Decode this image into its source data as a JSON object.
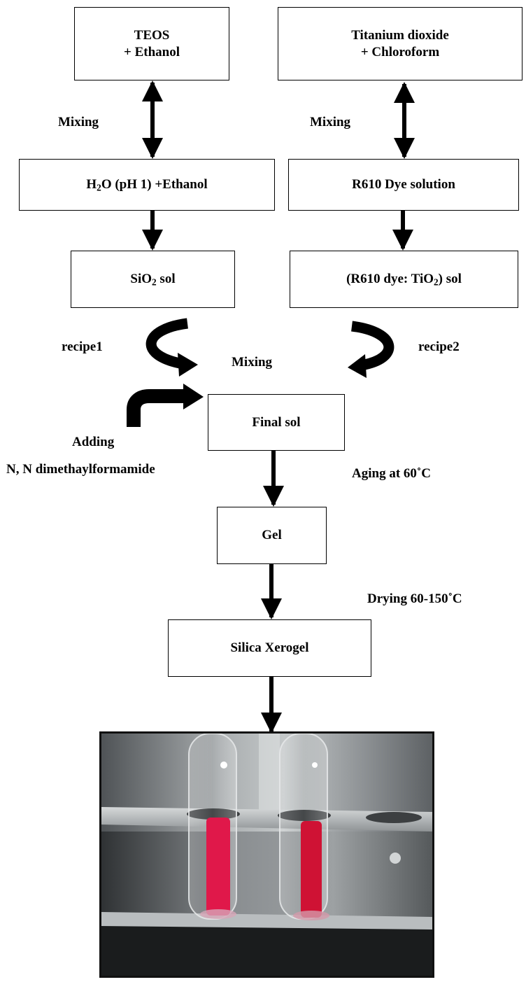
{
  "boxes": {
    "teos_line1": "TEOS",
    "teos_line2": "+ Ethanol",
    "tio2_line1": "Titanium dioxide",
    "tio2_line2": "+ Chloroform",
    "water_pre": "H",
    "water_sub": "2",
    "water_post": "O (pH 1) +Ethanol",
    "dye_solution": "R610 Dye solution",
    "sio2_pre": "SiO",
    "sio2_sub": "2",
    "sio2_post": " sol",
    "dye_sol_pre": "(R610 dye: TiO",
    "dye_sol_sub": "2",
    "dye_sol_post": ") sol",
    "final_sol": "Final sol",
    "gel": "Gel",
    "xerogel": "Silica Xerogel"
  },
  "labels": {
    "mixing_left": "Mixing",
    "mixing_right": "Mixing",
    "recipe1": "recipe1",
    "recipe2": "recipe2",
    "mixing_center": "Mixing",
    "adding": "Adding",
    "dmf": "N, N dimethaylformamide",
    "aging": "Aging at 60˚C",
    "drying": "Drying 60-150˚C"
  },
  "colors": {
    "line": "#000000",
    "dye": "#e0184a",
    "photo_bg": "#7a7d80"
  }
}
